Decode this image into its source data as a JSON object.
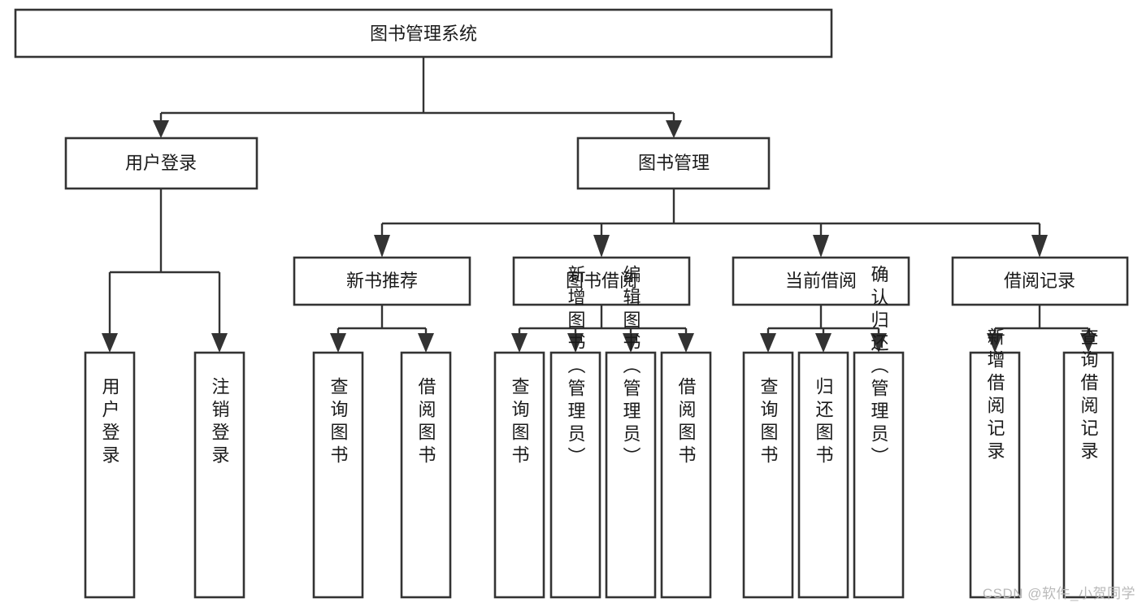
{
  "diagram": {
    "type": "tree-hierarchy",
    "orientation": "top-down",
    "title": "图书管理系统",
    "watermark": "CSDN @软件_小贺同学",
    "colors": {
      "box_fill": "#ffffff",
      "box_stroke": "#333333",
      "text": "#1a1a1a",
      "watermark": "#b9b9b9",
      "background": "#ffffff"
    },
    "levels": {
      "root": "图书管理系统",
      "level2": [
        "用户登录",
        "图书管理"
      ],
      "level3": [
        "新书推荐",
        "图书借阅",
        "当前借阅",
        "借阅记录"
      ],
      "level4_groups": [
        [
          "用户登录",
          "注销登录"
        ],
        [
          "查询图书",
          "借阅图书"
        ],
        [
          "查询图书",
          "新增图书（管理员）",
          "编辑图书（管理员）",
          "借阅图书"
        ],
        [
          "查询图书",
          "归还图书",
          "确认归还（管理员）"
        ],
        [
          "新增借阅记录",
          "查询借阅记录"
        ]
      ]
    },
    "nodes": {
      "root": {
        "label": "图书管理系统"
      },
      "user_login": {
        "label": "用户登录"
      },
      "book_manage": {
        "label": "图书管理"
      },
      "new_book_rec": {
        "label": "新书推荐"
      },
      "book_borrow": {
        "label": "图书借阅"
      },
      "current_borrow": {
        "label": "当前借阅"
      },
      "borrow_record": {
        "label": "借阅记录"
      },
      "leaf_user_login": {
        "label": "用户登录"
      },
      "leaf_logout": {
        "label": "注销登录"
      },
      "leaf_query_book_a": {
        "label": "查询图书"
      },
      "leaf_borrow_book_a": {
        "label": "借阅图书"
      },
      "leaf_query_book_b": {
        "label": "查询图书"
      },
      "leaf_add_book": {
        "label": "新增图书（管理员）"
      },
      "leaf_edit_book": {
        "label": "编辑图书（管理员）"
      },
      "leaf_borrow_book_b": {
        "label": "借阅图书"
      },
      "leaf_query_book_c": {
        "label": "查询图书"
      },
      "leaf_return_book": {
        "label": "归还图书"
      },
      "leaf_confirm_return": {
        "label": "确认归还（管理员）"
      },
      "leaf_add_record": {
        "label": "新增借阅记录"
      },
      "leaf_query_record": {
        "label": "查询借阅记录"
      }
    }
  }
}
